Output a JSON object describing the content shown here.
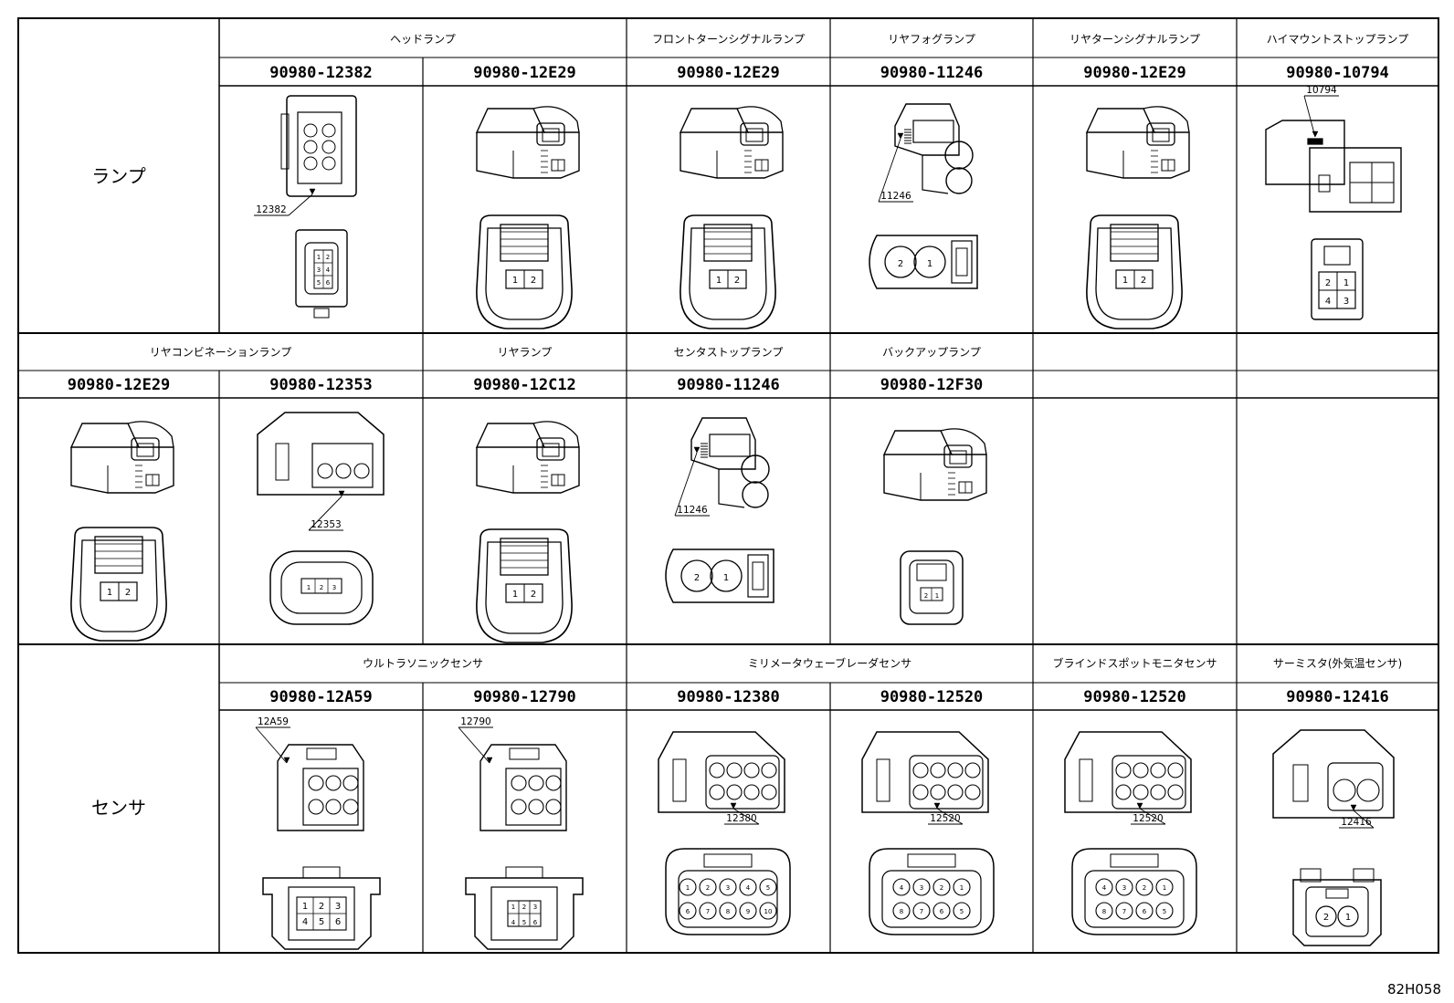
{
  "sections": [
    {
      "label": "ランプ",
      "groups": [
        "ヘッドランプ",
        "フロントターンシグナルランプ",
        "リヤフォグランプ",
        "リヤターンシグナルランプ",
        "ハイマウントストップランプ"
      ],
      "parts": [
        "90980-12382",
        "90980-12E29",
        "90980-12E29",
        "90980-11246",
        "90980-12E29",
        "90980-10794"
      ],
      "callouts": [
        "12382",
        "11246",
        "10794"
      ]
    },
    {
      "label": "",
      "groups": [
        "リヤコンビネーションランプ",
        "リヤランプ",
        "センタストップランプ",
        "バックアップランプ"
      ],
      "parts": [
        "90980-12E29",
        "90980-12353",
        "90980-12C12",
        "90980-11246",
        "90980-12F30"
      ],
      "callouts": [
        "12353",
        "11246"
      ]
    },
    {
      "label": "センサ",
      "groups": [
        "ウルトラソニックセンサ",
        "ミリメータウェーブレーダセンサ",
        "ブラインドスポットモニタセンサ",
        "サーミスタ(外気温センサ)"
      ],
      "parts": [
        "90980-12A59",
        "90980-12790",
        "90980-12380",
        "90980-12520",
        "90980-12520",
        "90980-12416"
      ],
      "callouts": [
        "12A59",
        "12790",
        "12380",
        "12520",
        "12520",
        "12416"
      ]
    }
  ],
  "pins": {
    "two": [
      "1",
      "2"
    ],
    "two_rev": [
      "2",
      "1"
    ],
    "four_hm": [
      "2",
      "1",
      "4",
      "3"
    ],
    "six_ultra": [
      "1",
      "2",
      "3",
      "4",
      "5",
      "6"
    ],
    "six_12382": [
      "1",
      "2",
      "3",
      "4",
      "5",
      "6"
    ],
    "three": [
      "1",
      "2",
      "3"
    ],
    "eight_12380": [
      "1",
      "2",
      "3",
      "4",
      "5",
      "6",
      "7",
      "8",
      "9",
      "10"
    ],
    "eight_12520": [
      "4",
      "3",
      "2",
      "1",
      "8",
      "7",
      "6",
      "5"
    ],
    "thermo": [
      "2",
      "1"
    ]
  },
  "footer": {
    "code": "82H058"
  }
}
